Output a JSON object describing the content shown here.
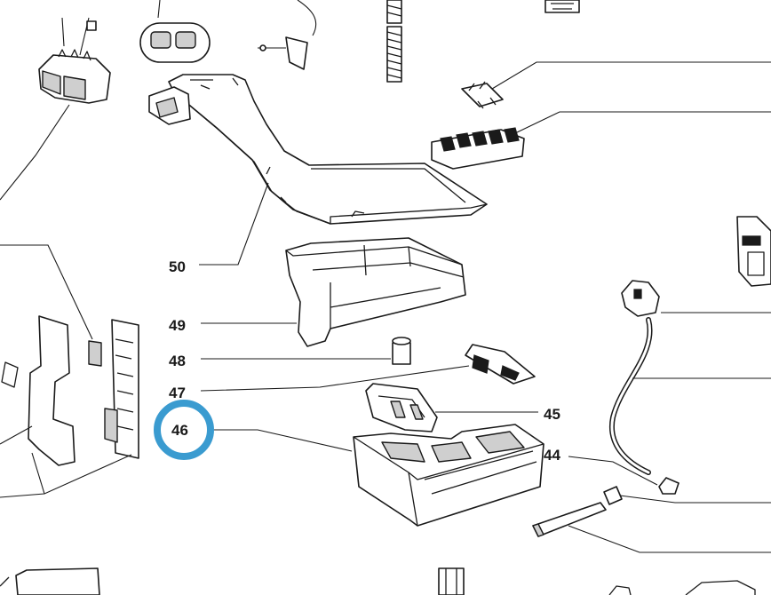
{
  "diagram": {
    "highlight_color": "#3a9bd0",
    "highlighted_part": "46",
    "callouts": [
      {
        "id": "50",
        "label": "50"
      },
      {
        "id": "49",
        "label": "49"
      },
      {
        "id": "48",
        "label": "48"
      },
      {
        "id": "47",
        "label": "47"
      },
      {
        "id": "46",
        "label": "46"
      },
      {
        "id": "45",
        "label": "45"
      },
      {
        "id": "44",
        "label": "44"
      }
    ]
  }
}
